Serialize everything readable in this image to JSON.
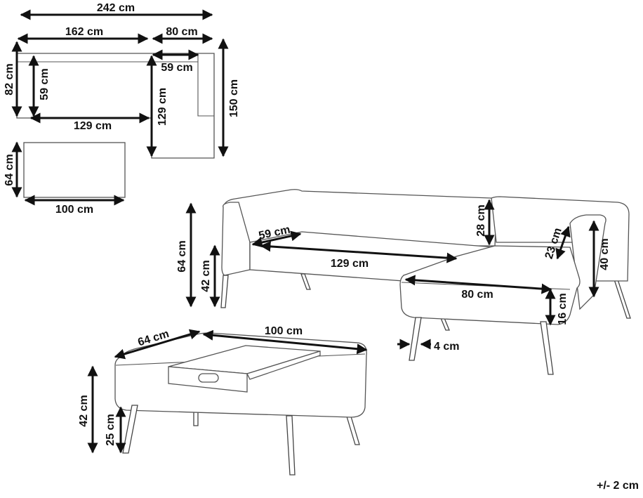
{
  "dims": {
    "total_width": "242 cm",
    "left_width": "162 cm",
    "right_width": "80 cm",
    "left_depth": "82 cm",
    "left_seat_depth": "59 cm",
    "left_seat_width": "129 cm",
    "right_seat_width": "59 cm",
    "right_seat_depth": "129 cm",
    "right_length": "150 cm",
    "ottoman_depth": "64 cm",
    "ottoman_width": "100 cm",
    "sofa_seat_depth": "59 cm",
    "sofa_seat_width": "129 cm",
    "backrest_height": "28 cm",
    "armrest_height": "23 cm",
    "chaise_height": "40 cm",
    "chaise_width": "80 cm",
    "leg_height": "16 cm",
    "leg_offset": "4 cm",
    "sofa_total_height": "64 cm",
    "sofa_seat_height": "42 cm",
    "ott_depth": "64 cm",
    "ott_width": "100 cm",
    "ott_height": "42 cm",
    "ott_leg_height": "25 cm"
  },
  "tolerance": "+/- 2 cm"
}
